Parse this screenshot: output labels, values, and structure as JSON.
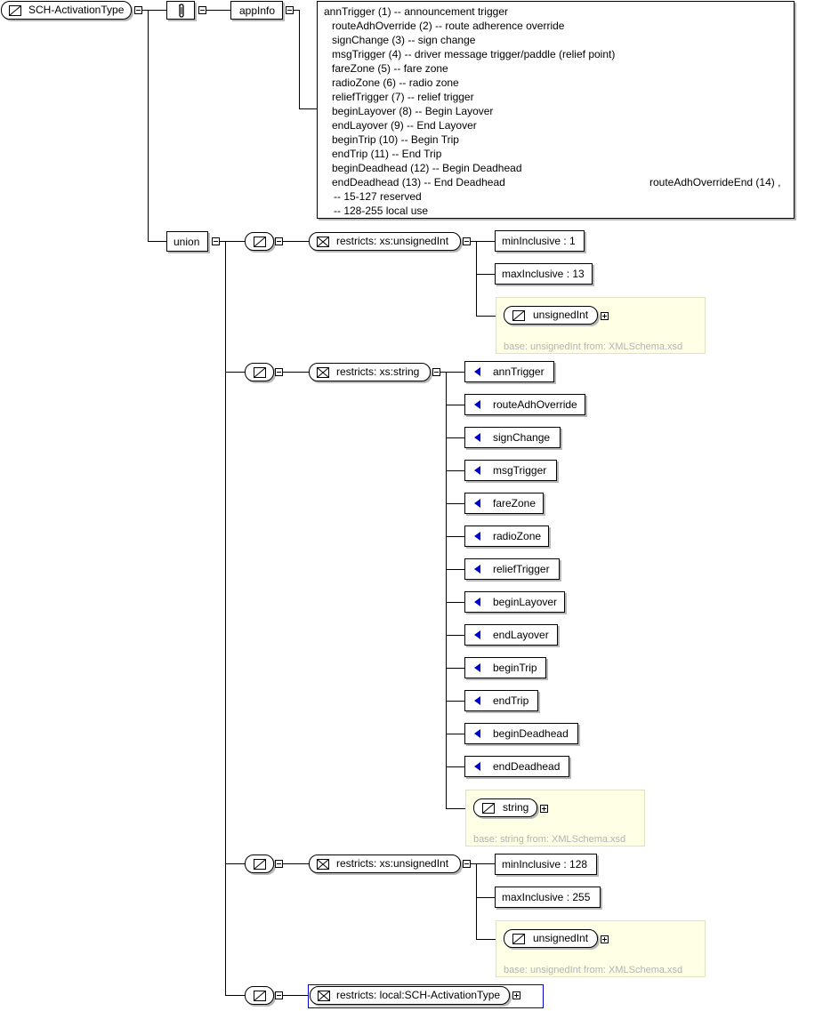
{
  "root": {
    "label": "SCH-ActivationType"
  },
  "appinfo": {
    "label": "appInfo"
  },
  "documentation": [
    "annTrigger (1) -- announcement trigger",
    "routeAdhOverride (2) -- route adherence override",
    "signChange (3) -- sign change",
    "msgTrigger (4) -- driver message trigger/paddle  (relief point)",
    "fareZone (5) -- fare zone",
    "radioZone (6) -- radio zone",
    "reliefTrigger (7) -- relief trigger",
    "beginLayover (8) -- Begin Layover",
    "endLayover (9) -- End Layover",
    "beginTrip (10) -- Begin Trip",
    "endTrip (11) -- End Trip",
    "beginDeadhead (12) -- Begin Deadhead",
    "endDeadhead (13) -- End Deadhead",
    "-- 15-127 reserved",
    "-- 128-255 local use"
  ],
  "documentation_extra": "routeAdhOverrideEnd  (14)  ,",
  "union": {
    "label": "union"
  },
  "members": [
    {
      "restriction": "restricts: xs:unsignedInt",
      "facets": [
        "minInclusive : 1",
        "maxInclusive : 13"
      ],
      "base_type": "unsignedInt",
      "base_note": "base: unsignedInt from: XMLSchema.xsd"
    },
    {
      "restriction": "restricts: xs:string",
      "enumerations": [
        "annTrigger",
        "routeAdhOverride",
        "signChange",
        "msgTrigger",
        "fareZone",
        "radioZone",
        "reliefTrigger",
        "beginLayover",
        "endLayover",
        "beginTrip",
        "endTrip",
        "beginDeadhead",
        "endDeadhead"
      ],
      "base_type": "string",
      "base_note": "base: string from: XMLSchema.xsd"
    },
    {
      "restriction": "restricts: xs:unsignedInt",
      "facets": [
        "minInclusive : 128",
        "maxInclusive : 255"
      ],
      "base_type": "unsignedInt",
      "base_note": "base: unsignedInt from: XMLSchema.xsd"
    },
    {
      "restriction": "restricts: local:SCH-ActivationType"
    }
  ],
  "icons": {
    "simple_type": "simple-type-icon",
    "annotation": "annotation-icon",
    "restriction": "restriction-icon",
    "enumeration": "enumeration-icon",
    "collapse": "minus-toggle-icon",
    "expand": "plus-toggle-icon"
  },
  "colors": {
    "enumeration_arrow": "#0000cc",
    "base_box": "#ffffe6",
    "base_note": "#b3b3b3",
    "selection": "#0000cc"
  }
}
